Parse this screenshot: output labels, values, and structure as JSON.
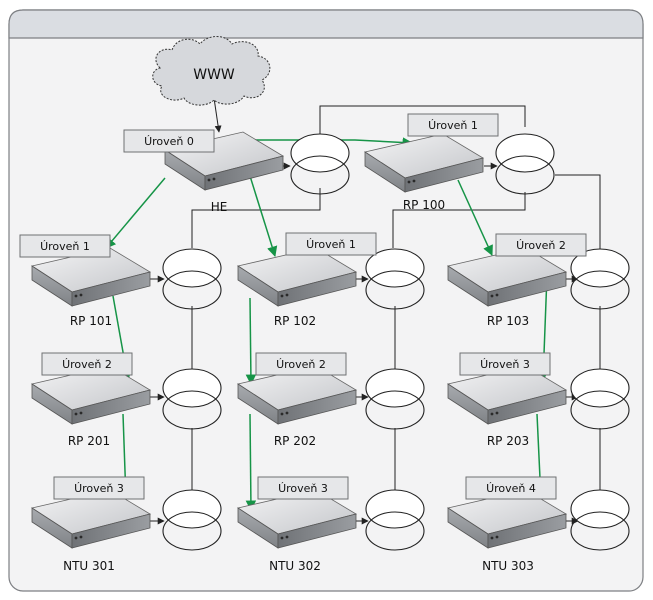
{
  "cloud": {
    "label": "WWW"
  },
  "colors": {
    "connection": "#169447",
    "frame_fill": "#f3f3f4",
    "header_fill": "#dadde2",
    "label_fill": "#e6e7e9"
  },
  "nodes": [
    {
      "id": "he",
      "name": "HE",
      "level_label": "Úroveň 0"
    },
    {
      "id": "rp100",
      "name": "RP 100",
      "level_label": "Úroveň 1"
    },
    {
      "id": "rp101",
      "name": "RP 101",
      "level_label": "Úroveň 1"
    },
    {
      "id": "rp102",
      "name": "RP 102",
      "level_label": "Úroveň 1"
    },
    {
      "id": "rp103",
      "name": "RP 103",
      "level_label": "Úroveň 2"
    },
    {
      "id": "rp201",
      "name": "RP 201",
      "level_label": "Úroveň 2"
    },
    {
      "id": "rp202",
      "name": "RP 202",
      "level_label": "Úroveň 2"
    },
    {
      "id": "rp203",
      "name": "RP 203",
      "level_label": "Úroveň 3"
    },
    {
      "id": "ntu301",
      "name": "NTU 301",
      "level_label": "Úroveň 3"
    },
    {
      "id": "ntu302",
      "name": "NTU 302",
      "level_label": "Úroveň 3"
    },
    {
      "id": "ntu303",
      "name": "NTU 303",
      "level_label": "Úroveň 4"
    }
  ]
}
